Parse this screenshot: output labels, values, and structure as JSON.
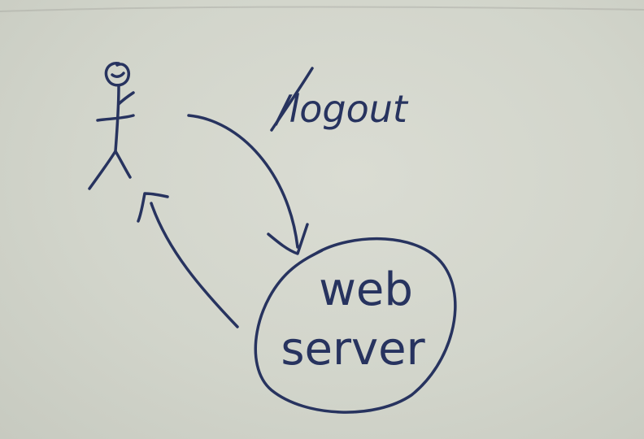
{
  "diagram": {
    "labels": {
      "logout": "/logout",
      "web": "web",
      "server": "server"
    },
    "colors": {
      "ink": "#27335f",
      "board": "#d4d7cd"
    },
    "elements": {
      "actor": "stick-figure",
      "request_arrow": "curved-arrow-down",
      "response_arrow": "curved-arrow-up",
      "server_node": "hand-drawn-circle"
    }
  }
}
